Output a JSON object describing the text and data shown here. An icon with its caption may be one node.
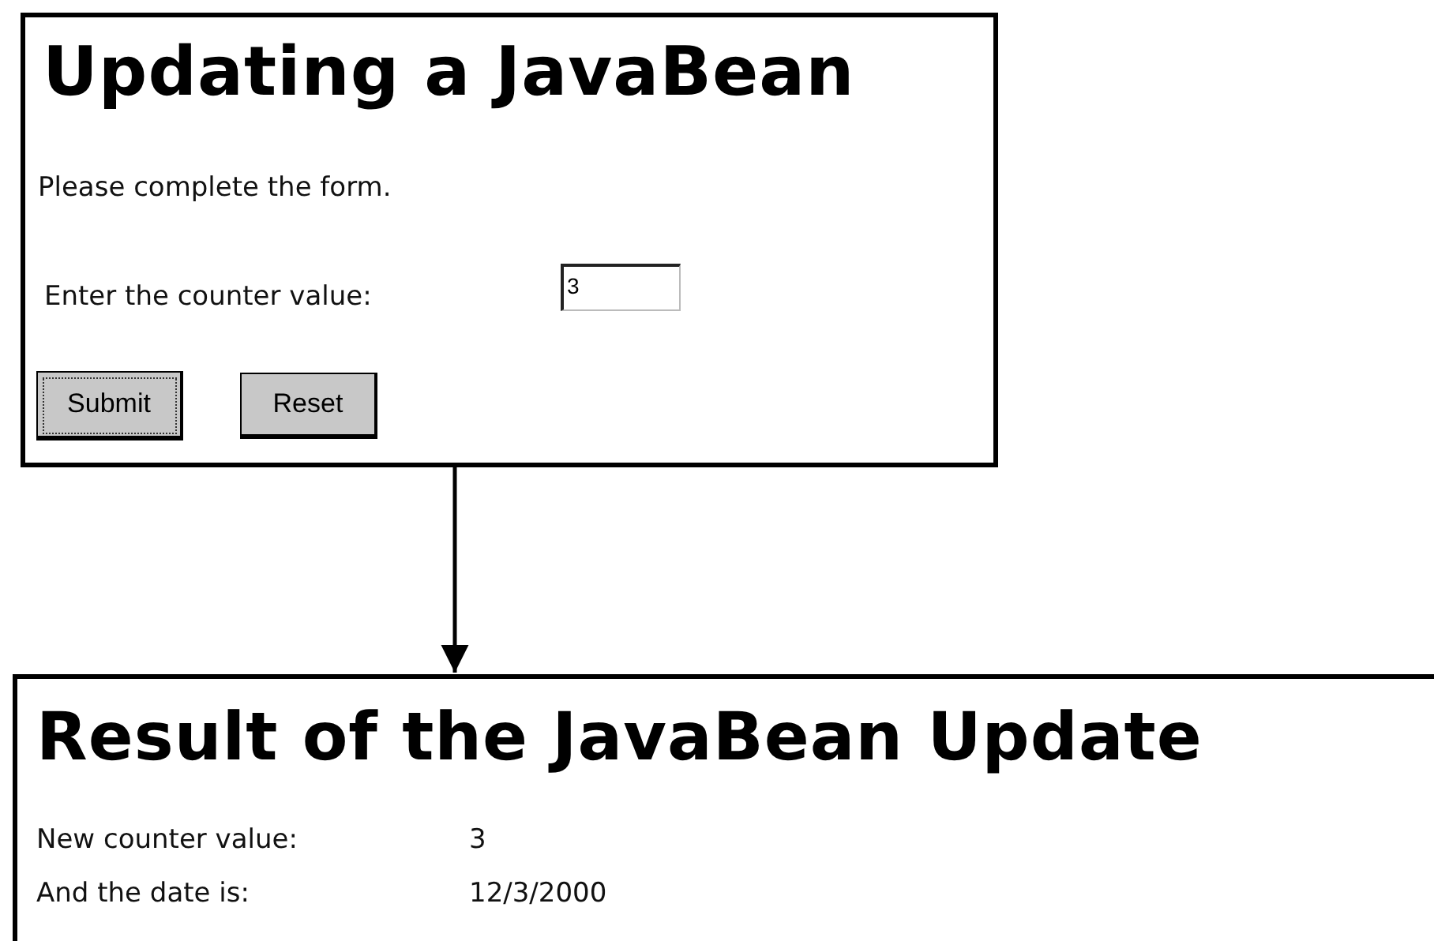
{
  "diagram": {
    "nodes": [
      {
        "text": [
          "Updating a JavaBean",
          "Please complete the form.",
          "Enter the counter value:",
          "3",
          "Submit",
          "Reset"
        ]
      },
      {
        "text": [
          "Result of the JavaBean Update",
          "New counter value:",
          "3",
          "And the date is:",
          "12/3/2000"
        ]
      }
    ],
    "edges": [
      {
        "from": 0,
        "to": 1,
        "arrow": "to"
      }
    ]
  }
}
